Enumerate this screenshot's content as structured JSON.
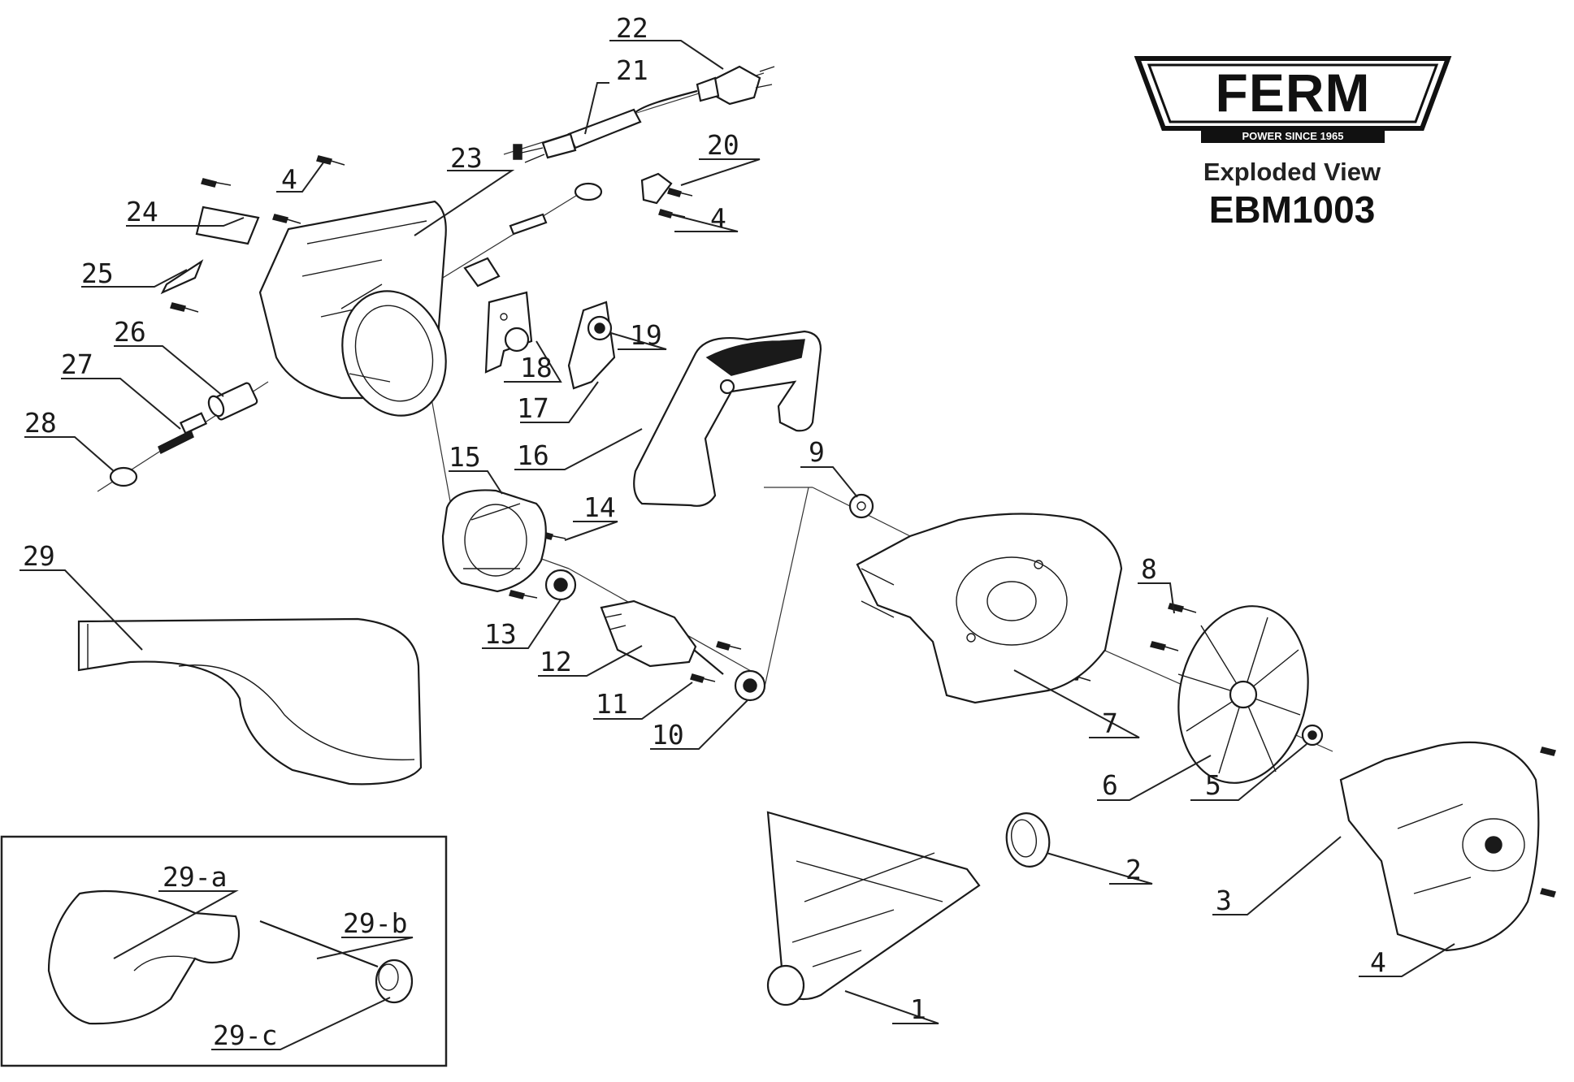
{
  "header": {
    "brand": "FERM",
    "tagline": "POWER SINCE 1965",
    "subtitle": "Exploded View",
    "model": "EBM1003"
  },
  "callouts": [
    {
      "id": "c22",
      "text": "22"
    },
    {
      "id": "c21",
      "text": "21"
    },
    {
      "id": "c23",
      "text": "23"
    },
    {
      "id": "c4a",
      "text": "4"
    },
    {
      "id": "c24",
      "text": "24"
    },
    {
      "id": "c20",
      "text": "20"
    },
    {
      "id": "c4b",
      "text": "4"
    },
    {
      "id": "c25",
      "text": "25"
    },
    {
      "id": "c26",
      "text": "26"
    },
    {
      "id": "c19",
      "text": "19"
    },
    {
      "id": "c18",
      "text": "18"
    },
    {
      "id": "c27",
      "text": "27"
    },
    {
      "id": "c17",
      "text": "17"
    },
    {
      "id": "c28",
      "text": "28"
    },
    {
      "id": "c16",
      "text": "16"
    },
    {
      "id": "c9",
      "text": "9"
    },
    {
      "id": "c15",
      "text": "15"
    },
    {
      "id": "c14",
      "text": "14"
    },
    {
      "id": "c29",
      "text": "29"
    },
    {
      "id": "c8",
      "text": "8"
    },
    {
      "id": "c13",
      "text": "13"
    },
    {
      "id": "c12",
      "text": "12"
    },
    {
      "id": "c11",
      "text": "11"
    },
    {
      "id": "c7",
      "text": "7"
    },
    {
      "id": "c10",
      "text": "10"
    },
    {
      "id": "c6",
      "text": "6"
    },
    {
      "id": "c5",
      "text": "5"
    },
    {
      "id": "c2",
      "text": "2"
    },
    {
      "id": "c3",
      "text": "3"
    },
    {
      "id": "c29a",
      "text": "29-a"
    },
    {
      "id": "c29b",
      "text": "29-b"
    },
    {
      "id": "c4c",
      "text": "4"
    },
    {
      "id": "c1",
      "text": "1"
    },
    {
      "id": "c29c",
      "text": "29-c"
    }
  ]
}
